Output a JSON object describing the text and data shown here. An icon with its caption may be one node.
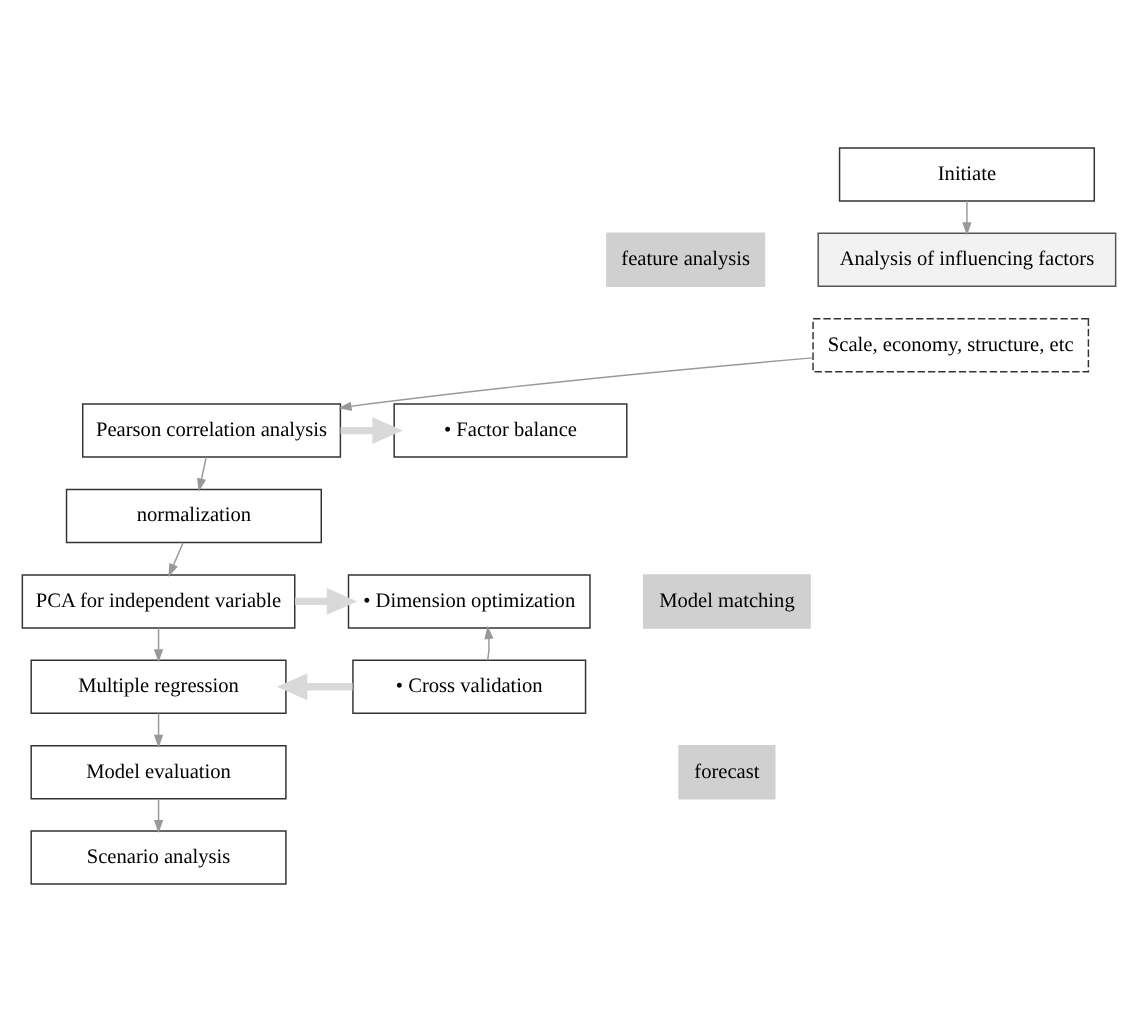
{
  "diagram": {
    "nodes": [
      {
        "text": [
          "Initiate"
        ]
      },
      {
        "text": [
          "feature analysis"
        ]
      },
      {
        "text": [
          "Analysis of influencing factors"
        ]
      },
      {
        "text": [
          "Scale, economy, structure, etc"
        ]
      },
      {
        "text": [
          "Pearson correlation analysis"
        ]
      },
      {
        "text": [
          "• Factor balance"
        ]
      },
      {
        "text": [
          "Model matching"
        ]
      },
      {
        "text": [
          "normalization"
        ]
      },
      {
        "text": [
          "PCA for independent variable"
        ]
      },
      {
        "text": [
          "• Dimension optimization"
        ]
      },
      {
        "text": [
          "Multiple regression"
        ]
      },
      {
        "text": [
          "• Cross validation"
        ]
      },
      {
        "text": [
          "forecast"
        ]
      },
      {
        "text": [
          "Model evaluation"
        ]
      },
      {
        "text": [
          "Scenario analysis"
        ]
      }
    ],
    "edges": [
      {
        "from": 0,
        "to": 2,
        "arrow": "to"
      },
      {
        "from": 3,
        "to": 4,
        "arrow": "to"
      },
      {
        "from": 4,
        "to": 5,
        "arrow": "to",
        "style": "thick",
        "color": "#d9d9d9"
      },
      {
        "from": 4,
        "to": 7,
        "arrow": "to"
      },
      {
        "from": 7,
        "to": 8,
        "arrow": "to"
      },
      {
        "from": 8,
        "to": 9,
        "arrow": "to",
        "style": "thick",
        "color": "#d9d9d9"
      },
      {
        "from": 8,
        "to": 10,
        "arrow": "to"
      },
      {
        "from": 11,
        "to": 9,
        "arrow": "to"
      },
      {
        "from": 11,
        "to": 10,
        "arrow": "to",
        "style": "thick",
        "color": "#d9d9d9"
      },
      {
        "from": 10,
        "to": 13,
        "arrow": "to"
      },
      {
        "from": 13,
        "to": 14,
        "arrow": "to"
      }
    ]
  }
}
